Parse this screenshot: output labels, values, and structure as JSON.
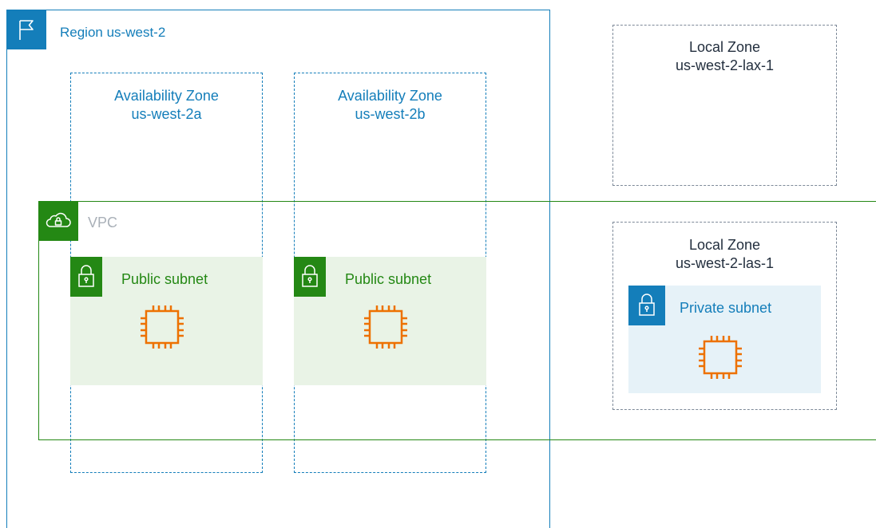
{
  "region": {
    "label": "Region us-west-2",
    "icon": "flag-icon",
    "color": "#147eba"
  },
  "availability_zones": [
    {
      "title": "Availability Zone",
      "name": "us-west-2a"
    },
    {
      "title": "Availability Zone",
      "name": "us-west-2b"
    }
  ],
  "local_zones": [
    {
      "title": "Local Zone",
      "name": "us-west-2-lax-1"
    },
    {
      "title": "Local Zone",
      "name": "us-west-2-las-1"
    }
  ],
  "vpc": {
    "label": "VPC",
    "icon": "cloud-lock-icon",
    "color": "#248814"
  },
  "subnets": [
    {
      "label": "Public subnet",
      "icon": "lock-icon",
      "instance_icon": "ec2-instance-icon"
    },
    {
      "label": "Public subnet",
      "icon": "lock-icon",
      "instance_icon": "ec2-instance-icon"
    },
    {
      "label": "Private subnet",
      "icon": "lock-icon",
      "instance_icon": "ec2-instance-icon"
    }
  ],
  "colors": {
    "region": "#147eba",
    "vpc": "#248814",
    "public_subnet_fill": "#e9f3e6",
    "private_subnet_fill": "#e6f2f8",
    "instance": "#ed7100",
    "local_zone_border": "#7d8998"
  }
}
